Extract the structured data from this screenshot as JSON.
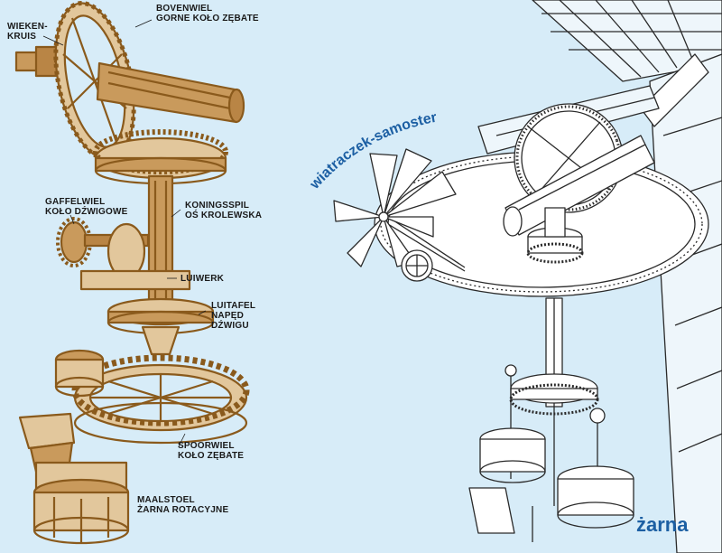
{
  "colors": {
    "background": "#d7ecf8",
    "left_drawing": "#8a5a1c",
    "right_drawing": "#2a2a2a",
    "title_blue": "#1c5fa3"
  },
  "left_labels": {
    "wiekenkruis": [
      "WIEKEN-",
      "KRUIS"
    ],
    "bovenwiel": [
      "BOVENWIEL",
      "GORNE KOŁO ZĘBATE"
    ],
    "gaffelwiel": [
      "GAFFELWIEL",
      "KOŁO DŹWIGOWE"
    ],
    "koningsspil": [
      "KONINGSSPIL",
      "OŚ KROLEWSKA"
    ],
    "luiwerk": [
      "LUIWERK"
    ],
    "luitafel": [
      "LUITAFEL",
      "NAPĘD",
      "DŹWIGU"
    ],
    "spoorwiel": [
      "SPOORWIEL",
      "KOŁO ZĘBATE"
    ],
    "maalstoel": [
      "MAALSTOEL",
      "ŻARNA ROTACYJNE"
    ]
  },
  "right_labels": {
    "title": "wiatraczek-samoster",
    "zarna": "żarna"
  }
}
